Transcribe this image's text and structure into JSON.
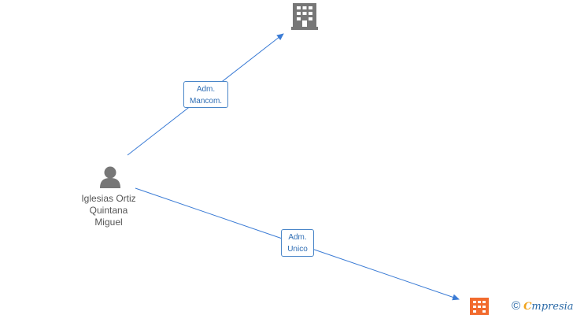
{
  "person": {
    "name_lines": [
      "Iglesias Ortiz",
      "Quintana",
      "Miguel"
    ],
    "icon": "person-icon",
    "color": "#777777"
  },
  "companies": [
    {
      "id": "company-top",
      "icon": "building-icon",
      "color": "#777777"
    },
    {
      "id": "company-bottom",
      "icon": "building-icon",
      "color": "#f26b2e"
    }
  ],
  "edges": [
    {
      "from": "person",
      "to": "company-top",
      "label_lines": [
        "Adm.",
        "Mancom."
      ]
    },
    {
      "from": "person",
      "to": "company-bottom",
      "label_lines": [
        "Adm.",
        "Unico"
      ]
    }
  ],
  "colors": {
    "edge": "#3a7bd5",
    "label_border": "#4a86c8",
    "label_text": "#2e6db4"
  },
  "watermark": {
    "copyright": "©",
    "brand_first": "C",
    "brand_rest": "mpresia"
  }
}
